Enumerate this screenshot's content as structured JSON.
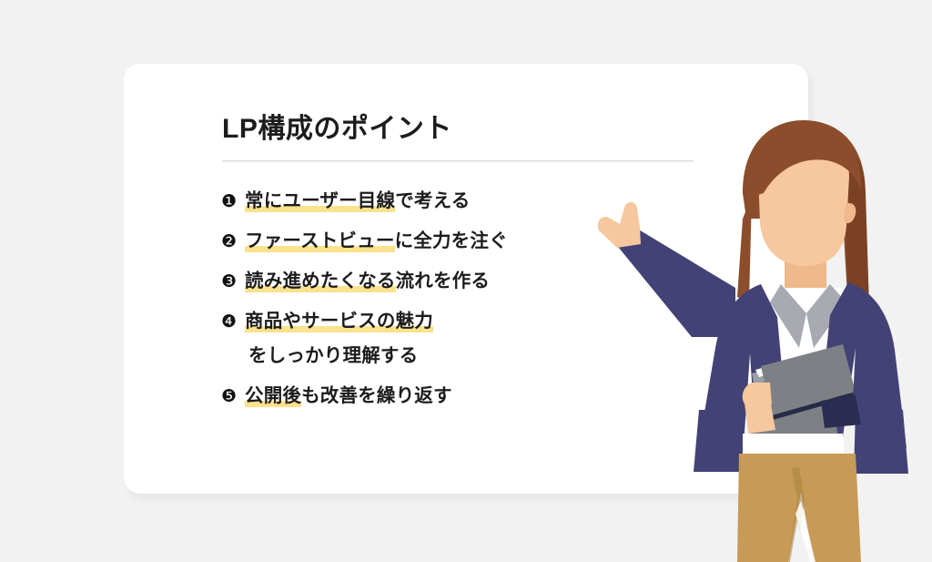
{
  "page": {
    "background_color": "#f2f2f2"
  },
  "card": {
    "background_color": "#ffffff",
    "title": "LP構成のポイント",
    "divider": true
  },
  "points": [
    {
      "marker": "❶",
      "marker_name": "number-1-icon",
      "lines": [
        {
          "segments": [
            {
              "text": "常にユーザー目線",
              "highlight": true
            },
            {
              "text": "で考える",
              "highlight": false
            }
          ]
        }
      ]
    },
    {
      "marker": "❷",
      "marker_name": "number-2-icon",
      "lines": [
        {
          "segments": [
            {
              "text": "ファーストビュー",
              "highlight": true
            },
            {
              "text": "に全力を注ぐ",
              "highlight": false
            }
          ]
        }
      ]
    },
    {
      "marker": "❸",
      "marker_name": "number-3-icon",
      "lines": [
        {
          "segments": [
            {
              "text": "読み進めたくなる",
              "highlight": true
            },
            {
              "text": "流れを作る",
              "highlight": false
            }
          ]
        }
      ]
    },
    {
      "marker": "❹",
      "marker_name": "number-4-icon",
      "lines": [
        {
          "segments": [
            {
              "text": "商品やサービスの魅力",
              "highlight": true
            }
          ]
        },
        {
          "continuation": true,
          "segments": [
            {
              "text": "をしっかり理解する",
              "highlight": false
            }
          ]
        }
      ]
    },
    {
      "marker": "❺",
      "marker_name": "number-5-icon",
      "lines": [
        {
          "segments": [
            {
              "text": "公開後",
              "highlight": true
            },
            {
              "text": "も改善を繰り返す",
              "highlight": false
            }
          ]
        }
      ]
    }
  ],
  "illustration": {
    "name": "businesswoman-presenting-illustration",
    "description": "女性のイラスト",
    "colors": {
      "hair": "#8c4d2c",
      "hair_shadow": "#7b4125",
      "skin": "#f7c79d",
      "skin_shadow": "#efb98c",
      "blazer": "#434276",
      "blazer_dark": "#2c2c52",
      "shirt": "#ffffff",
      "collar": "#a7aab1",
      "pants": "#c79a55",
      "pants_shadow": "#b78a47",
      "folder_top": "#7d8186",
      "folder_dark": "#262b46",
      "folder_light": "#9aa0a6"
    }
  },
  "theme": {
    "highlight_color": "#fbe28c",
    "text_color": "#1c1c1c",
    "divider_color": "#dcdcdc"
  }
}
